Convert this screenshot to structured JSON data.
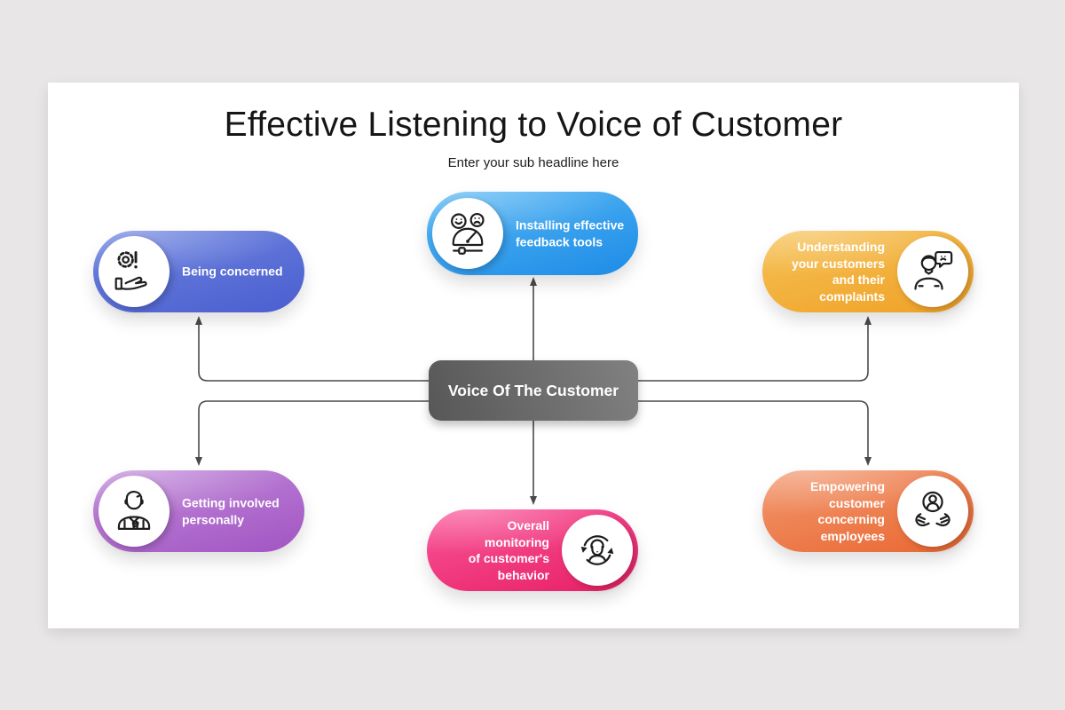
{
  "header": {
    "title": "Effective Listening to Voice of Customer",
    "subtitle": "Enter your sub headline here"
  },
  "center_node": {
    "label": "Voice Of The Customer",
    "color_start": "#575757",
    "color_end": "#818181"
  },
  "nodes": [
    {
      "id": "installing-feedback-tools",
      "label": "Installing effective\nfeedback tools",
      "icon": "feedback-gauge-icon",
      "icon_side": "left",
      "color_start": "#55b6f4",
      "color_end": "#1d8ce7"
    },
    {
      "id": "being-concerned",
      "label": "Being concerned",
      "icon": "hand-gear-alert-icon",
      "icon_side": "left",
      "color_start": "#6e84e0",
      "color_end": "#4a5ecf"
    },
    {
      "id": "understanding-customers",
      "label": "Understanding\nyour customers\nand their\ncomplaints",
      "icon": "customer-complaint-icon",
      "icon_side": "right",
      "color_start": "#f6c155",
      "color_end": "#efa126"
    },
    {
      "id": "getting-involved-personally",
      "label": "Getting involved\npersonally",
      "icon": "businessman-icon",
      "icon_side": "left",
      "color_start": "#c18bd9",
      "color_end": "#a254c3"
    },
    {
      "id": "overall-monitoring",
      "label": "Overall monitoring\nof customer's\nbehavior",
      "icon": "customer-cycle-icon",
      "icon_side": "right",
      "color_start": "#f9569a",
      "color_end": "#e81f64"
    },
    {
      "id": "empowering-employees",
      "label": "Empowering\ncustomer\nconcerning\nemployees",
      "icon": "caring-hands-icon",
      "icon_side": "right",
      "color_start": "#f2986f",
      "color_end": "#e96731"
    }
  ],
  "connector_color": "#4a4a4a"
}
